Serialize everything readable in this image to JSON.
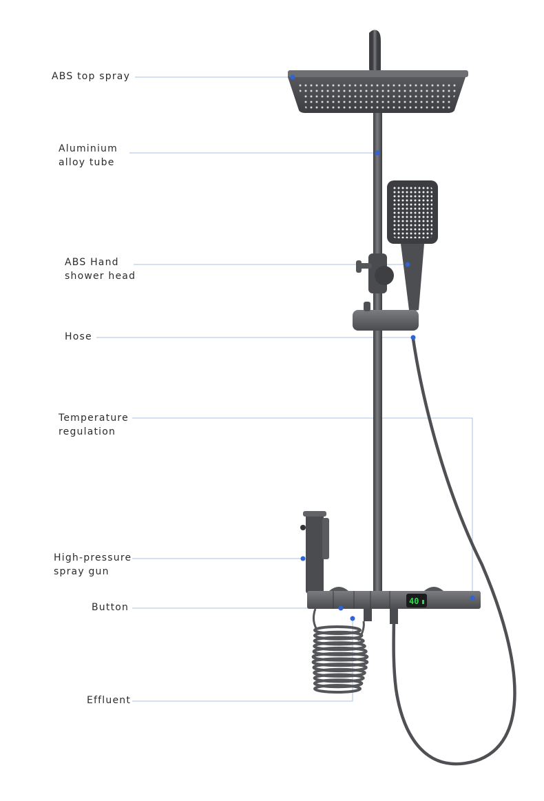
{
  "product": {
    "display_temperature": "40",
    "display_unit": "°C"
  },
  "callouts": [
    {
      "id": "top-spray",
      "lines": [
        "ABS top spray"
      ]
    },
    {
      "id": "tube",
      "lines": [
        "Aluminium",
        "alloy tube"
      ]
    },
    {
      "id": "hand-shower",
      "lines": [
        "ABS Hand",
        "shower head"
      ]
    },
    {
      "id": "hose",
      "lines": [
        "Hose"
      ]
    },
    {
      "id": "temperature",
      "lines": [
        "Temperature",
        "regulation"
      ]
    },
    {
      "id": "spray-gun",
      "lines": [
        "High-pressure",
        "spray gun"
      ]
    },
    {
      "id": "button",
      "lines": [
        "Button"
      ]
    },
    {
      "id": "effluent",
      "lines": [
        "Effluent"
      ]
    }
  ],
  "colors": {
    "metal_dark": "#4a4b4e",
    "metal_mid": "#6b6c70",
    "metal_light": "#8d8e92",
    "leader_line": "#a9bfe0",
    "dot": "#2f63d6",
    "display_green": "#39d353",
    "text": "#2b2b2b"
  }
}
